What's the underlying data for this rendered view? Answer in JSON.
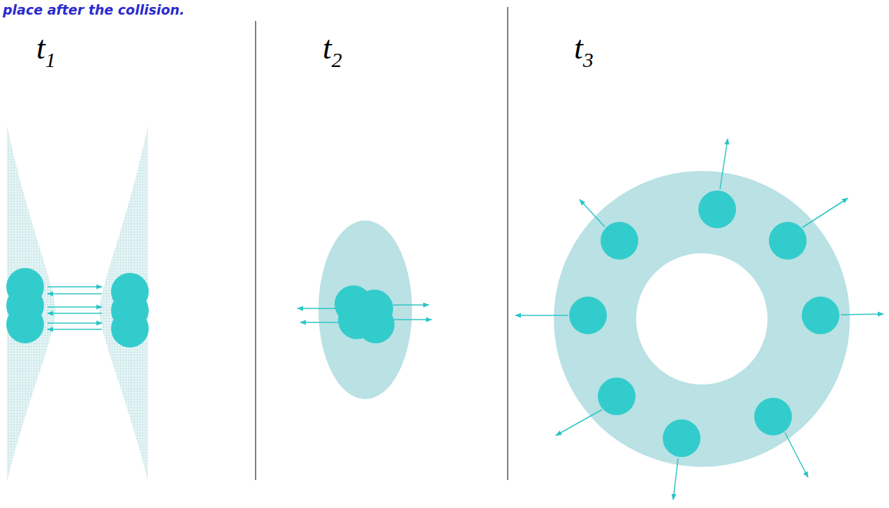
{
  "diagram": {
    "labels": [
      "place after the collision.",
      "t1",
      "t2",
      "t3"
    ]
  }
}
